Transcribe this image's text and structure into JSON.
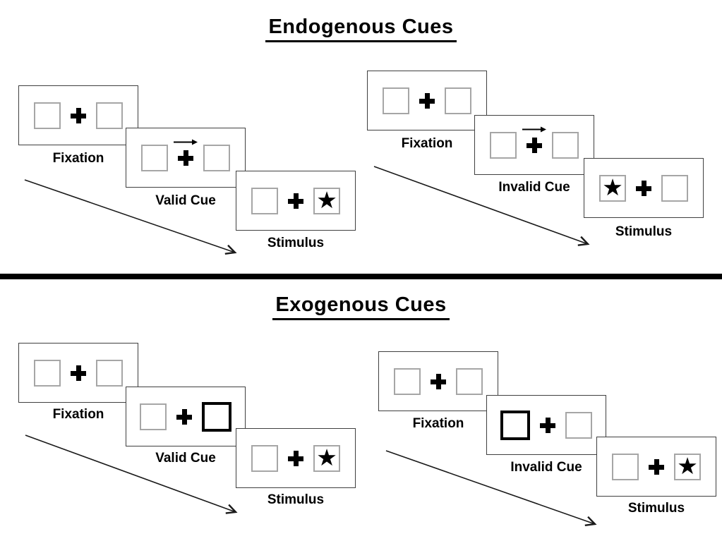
{
  "page": {
    "background": "#ffffff",
    "description": "Posner attentional cueing task diagram with endogenous and exogenous cue trial sequences"
  },
  "colors": {
    "panel_border": "#3f3f3f",
    "box_border": "#a6a6a6",
    "cue_box_border": "#000000",
    "ink": "#000000"
  },
  "glyphs": {
    "star": "★"
  },
  "sections": [
    {
      "title": "Endogenous Cues",
      "groups": [
        {
          "name": "endogenous-valid",
          "panels": [
            {
              "label": "Fixation",
              "left_box": "empty",
              "center": "plus",
              "right_box": "empty"
            },
            {
              "label": "Valid Cue",
              "left_box": "empty",
              "center": "plus-with-right-arrow",
              "right_box": "empty"
            },
            {
              "label": "Stimulus",
              "left_box": "empty",
              "center": "plus",
              "right_box": "star"
            }
          ]
        },
        {
          "name": "endogenous-invalid",
          "panels": [
            {
              "label": "Fixation",
              "left_box": "empty",
              "center": "plus",
              "right_box": "empty"
            },
            {
              "label": "Invalid Cue",
              "left_box": "empty",
              "center": "plus-with-right-arrow",
              "right_box": "empty"
            },
            {
              "label": "Stimulus",
              "left_box": "star",
              "center": "plus",
              "right_box": "empty"
            }
          ]
        }
      ]
    },
    {
      "title": "Exogenous Cues",
      "groups": [
        {
          "name": "exogenous-valid",
          "panels": [
            {
              "label": "Fixation",
              "left_box": "empty",
              "center": "plus",
              "right_box": "empty"
            },
            {
              "label": "Valid Cue",
              "left_box": "empty",
              "center": "plus",
              "right_box": "bold-cue-box"
            },
            {
              "label": "Stimulus",
              "left_box": "empty",
              "center": "plus",
              "right_box": "star"
            }
          ]
        },
        {
          "name": "exogenous-invalid",
          "panels": [
            {
              "label": "Fixation",
              "left_box": "empty",
              "center": "plus",
              "right_box": "empty"
            },
            {
              "label": "Invalid Cue",
              "left_box": "bold-cue-box",
              "center": "plus",
              "right_box": "empty"
            },
            {
              "label": "Stimulus",
              "left_box": "empty",
              "center": "plus",
              "right_box": "star"
            }
          ]
        }
      ]
    }
  ]
}
